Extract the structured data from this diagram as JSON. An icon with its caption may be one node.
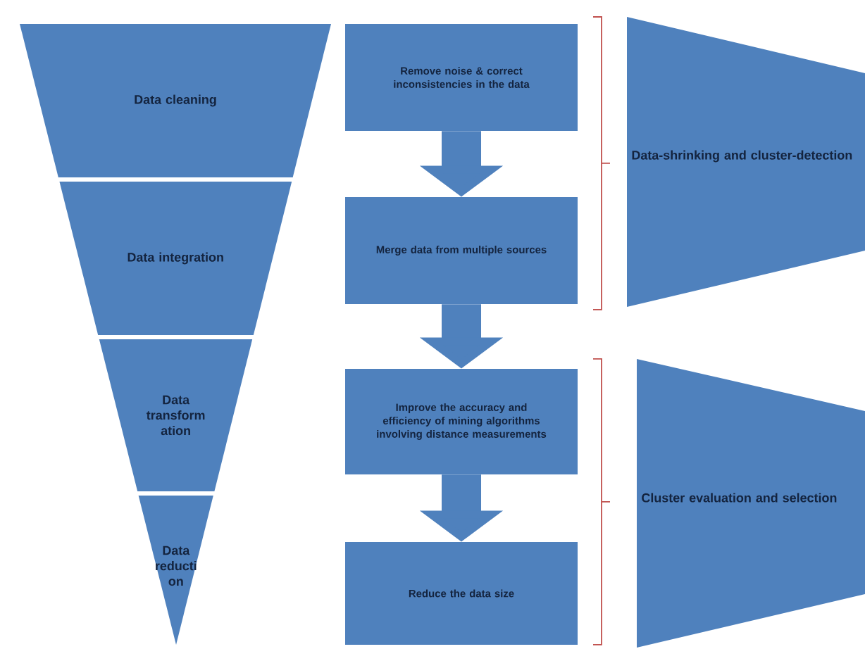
{
  "diagram": {
    "nodes": [
      {
        "text": [
          "Data cleaning"
        ]
      },
      {
        "text": [
          "Data integration"
        ]
      },
      {
        "text": [
          "Data transform ation"
        ]
      },
      {
        "text": [
          "Data reducti on"
        ]
      },
      {
        "text": [
          "Remove noise & correct inconsistencies in the data"
        ]
      },
      {
        "text": [
          "Merge data from multiple sources"
        ]
      },
      {
        "text": [
          "Improve the accuracy and efficiency of mining algorithms involving distance measurements"
        ]
      },
      {
        "text": [
          "Reduce the data size"
        ]
      },
      {
        "text": [
          "Data-shrinking and cluster-detection"
        ]
      },
      {
        "text": [
          "Cluster evaluation and selection"
        ]
      }
    ],
    "edges": [
      {
        "from": 4,
        "to": 5,
        "arrow": "to"
      },
      {
        "from": 5,
        "to": 6,
        "arrow": "to"
      },
      {
        "from": 6,
        "to": 7,
        "arrow": "to"
      }
    ]
  }
}
